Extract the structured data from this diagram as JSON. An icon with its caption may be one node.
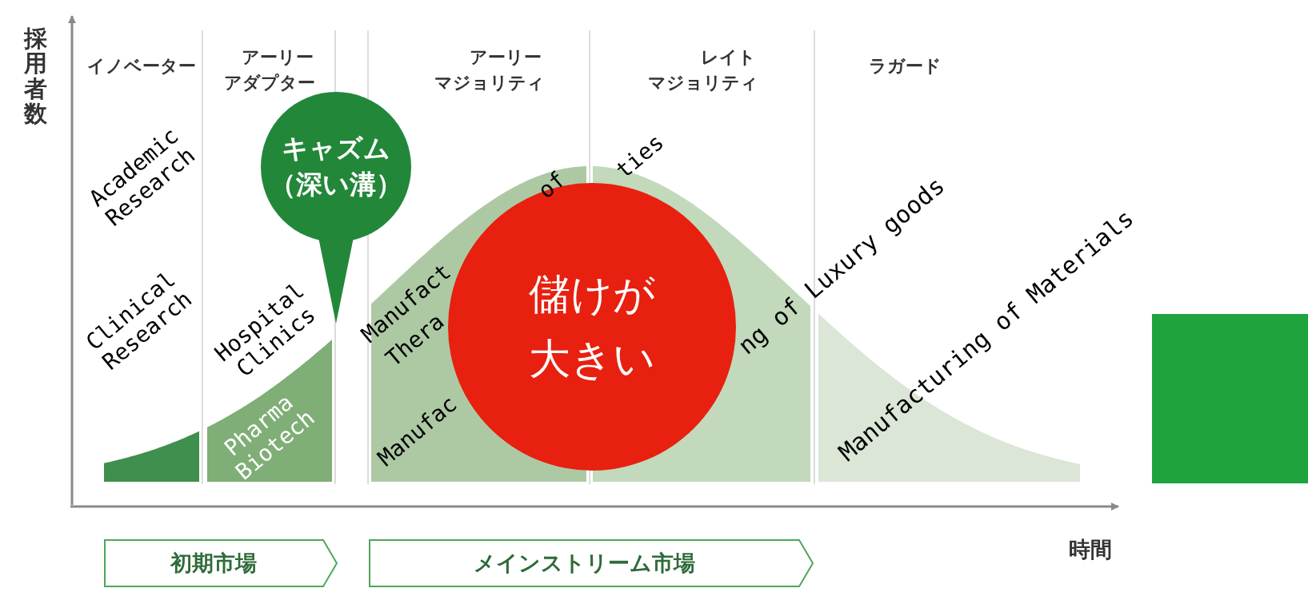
{
  "diagram": {
    "nodes": [
      {
        "text": [
          "キャズム",
          "（深い溝）"
        ]
      },
      {
        "text": [
          "儲けが大きい"
        ]
      },
      {
        "text": [
          "初期市場"
        ]
      },
      {
        "text": [
          "メインストリーム市場"
        ]
      },
      {
        "text": [],
        "shape": "box"
      }
    ],
    "edges": [],
    "labels": [
      "採用者数",
      "イノベーター",
      "アーリーアダプター",
      "アーリーマジョリティ",
      "レイトマジョリティ",
      "ラガード",
      "Academic Research",
      "Clinical Research",
      "Hospital Clinics",
      "Pharma Biotech",
      "Manufact",
      "of",
      "ties",
      "Thera",
      "Manufac",
      "ng of Luxury goods",
      "Manufacturing of Materials",
      "時間"
    ]
  }
}
